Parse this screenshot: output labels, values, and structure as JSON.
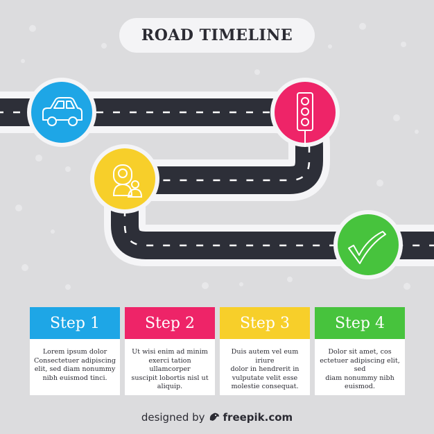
{
  "title": "ROAD TIMELINE",
  "milestones": [
    {
      "icon": "car-icon",
      "color": "#1ea6e6"
    },
    {
      "icon": "traffic-light-icon",
      "color": "#ee2468"
    },
    {
      "icon": "people-icon",
      "color": "#f7cf2a"
    },
    {
      "icon": "checkmark-icon",
      "color": "#47c33d"
    }
  ],
  "steps": [
    {
      "label": "Step 1",
      "color": "#1ea6e6",
      "lines": [
        "Lorem ipsum dolor",
        "Consectetuer adipiscing",
        "elit, sed diam nonummy",
        "nibh euismod tinci."
      ]
    },
    {
      "label": "Step 2",
      "color": "#ee2468",
      "lines": [
        "Ut wisi enim ad minim",
        "exerci tation ullamcorper",
        "suscipit lobortis nisl ut",
        "aliquip."
      ]
    },
    {
      "label": "Step 3",
      "color": "#f7cf2a",
      "lines": [
        "Duis autem vel eum iriure",
        "dolor in hendrerit in",
        "vulputate velit esse",
        "molestie consequat."
      ]
    },
    {
      "label": "Step 4",
      "color": "#47c33d",
      "lines": [
        "Dolor sit amet, cos",
        "ectetuer adipiscing elit, sed",
        "diam nonummy nibh",
        "euismod."
      ]
    }
  ],
  "footer": {
    "prefix": "designed by",
    "brand": "freepik.com"
  }
}
